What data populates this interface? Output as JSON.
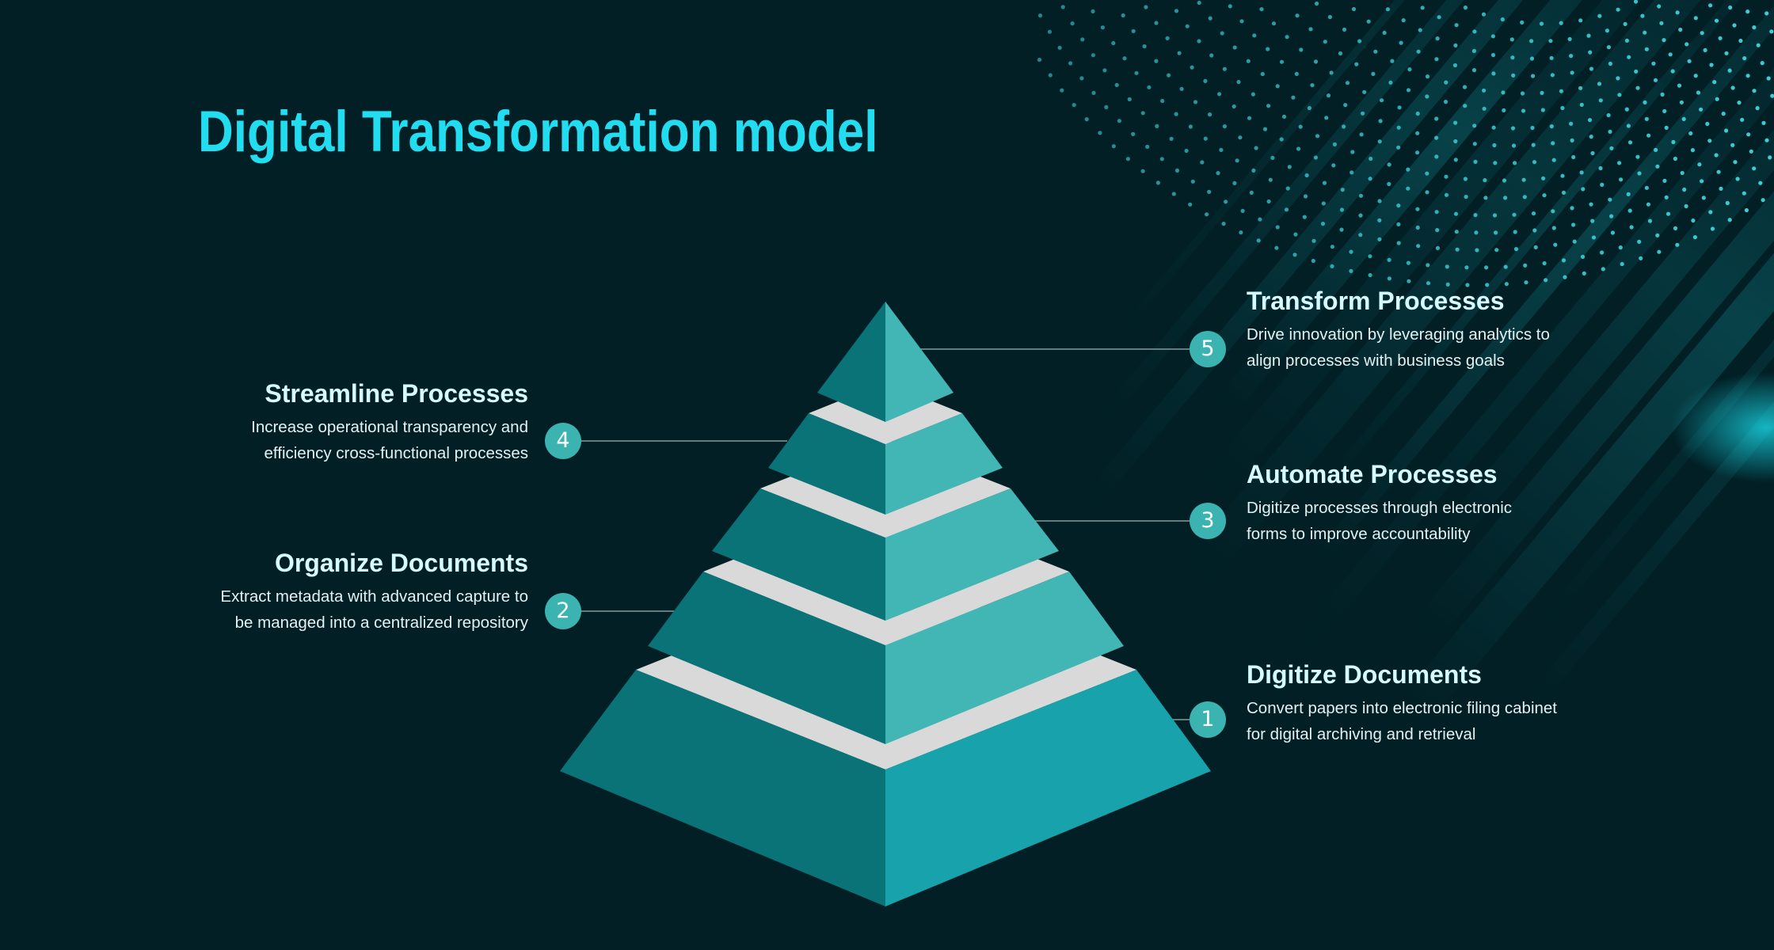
{
  "title": "Digital Transformation model",
  "colors": {
    "background": "#011f25",
    "title": "#22dcf0",
    "face_left": "#0a7378",
    "face_right": "#42b5b5",
    "face_right_base": "#17a2ac",
    "band": "#d9d9d9",
    "badge": "#3bb3b0"
  },
  "levels": [
    {
      "number": "1",
      "heading": "Digitize Documents",
      "desc": [
        "Convert papers into electronic filing cabinet",
        "for digital archiving and retrieval"
      ]
    },
    {
      "number": "2",
      "heading": "Organize Documents",
      "desc": [
        "Extract metadata with advanced capture to",
        "be managed into a centralized repository"
      ]
    },
    {
      "number": "3",
      "heading": "Automate Processes",
      "desc": [
        "Digitize processes through electronic",
        "forms to improve accountability"
      ]
    },
    {
      "number": "4",
      "heading": "Streamline Processes",
      "desc": [
        "Increase operational transparency and",
        "efficiency cross-functional processes"
      ]
    },
    {
      "number": "5",
      "heading": "Transform Processes",
      "desc": [
        "Drive innovation by leveraging analytics to",
        "align processes with business goals"
      ]
    }
  ]
}
